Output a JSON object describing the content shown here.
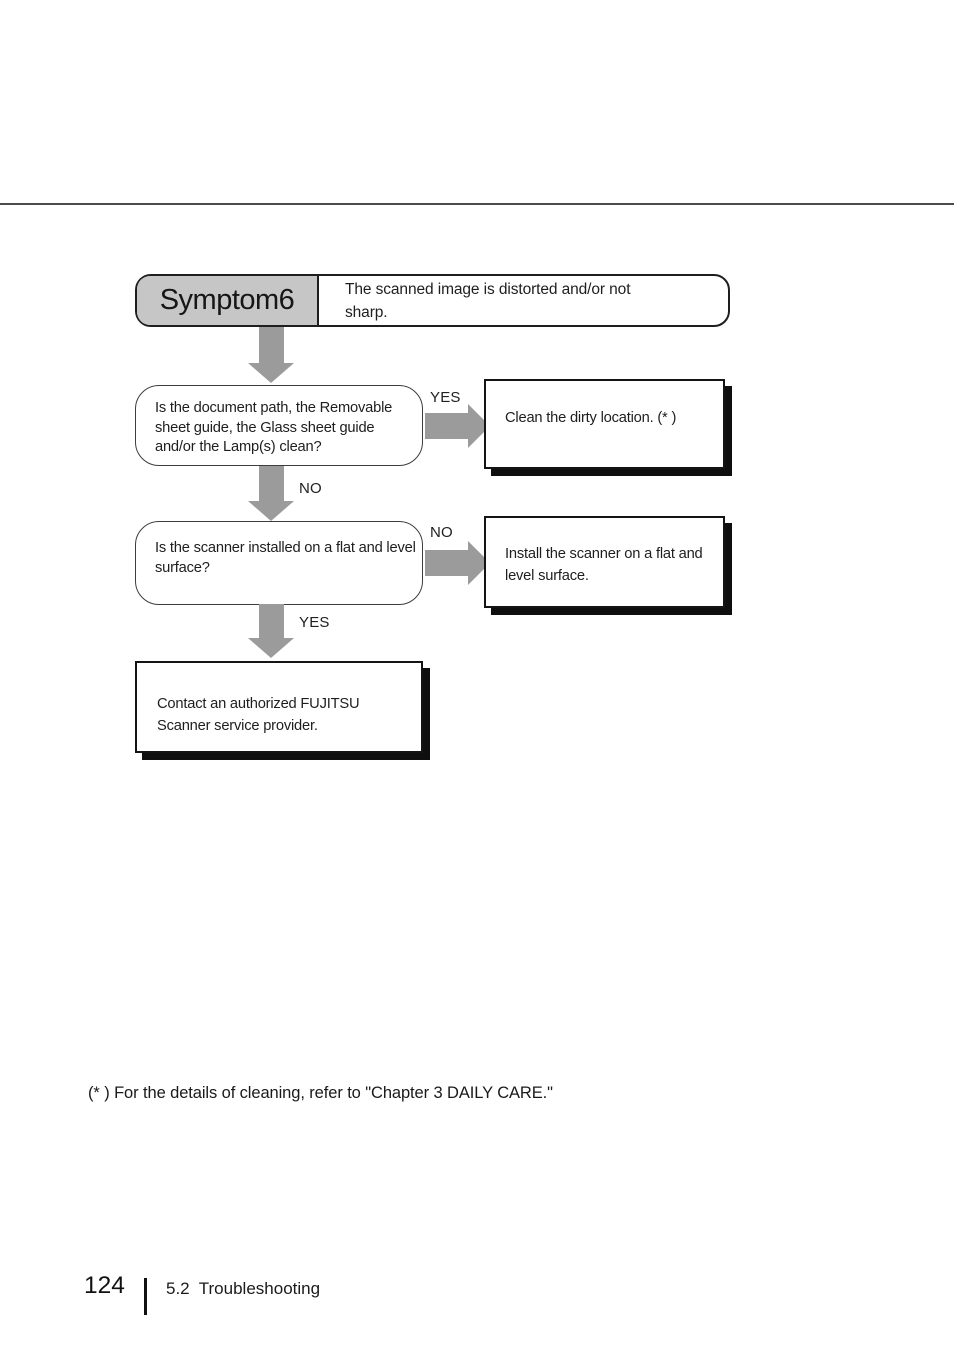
{
  "header": {
    "symptom_label": "Symptom6",
    "symptom_description": "The scanned image is distorted and/or not sharp."
  },
  "flow": {
    "question_1": "Is the document path, the Removable sheet guide, the Glass sheet guide and/or the Lamp(s) clean?",
    "action_clean": "Clean the dirty location. (* )",
    "question_2": "Is the scanner installed on a flat and level surface?",
    "action_install": "Install the scanner on a flat and level surface.",
    "action_contact": "Contact an authorized FUJITSU Scanner service provider.",
    "connectors": {
      "q1_yes": "YES",
      "q1_no": "NO",
      "q2_no": "NO",
      "q2_yes": "YES"
    }
  },
  "footnote": "(* ) For the details of cleaning, refer to \"Chapter 3 DAILY CARE.\"",
  "footer": {
    "page_number": "124",
    "section_title": "5.2  Troubleshooting"
  },
  "colors": {
    "arrow": "#9b9b9b",
    "symptom_fill": "#c6c6c6",
    "ink": "#1e1e1e",
    "shadow": "#0f0f0f"
  }
}
